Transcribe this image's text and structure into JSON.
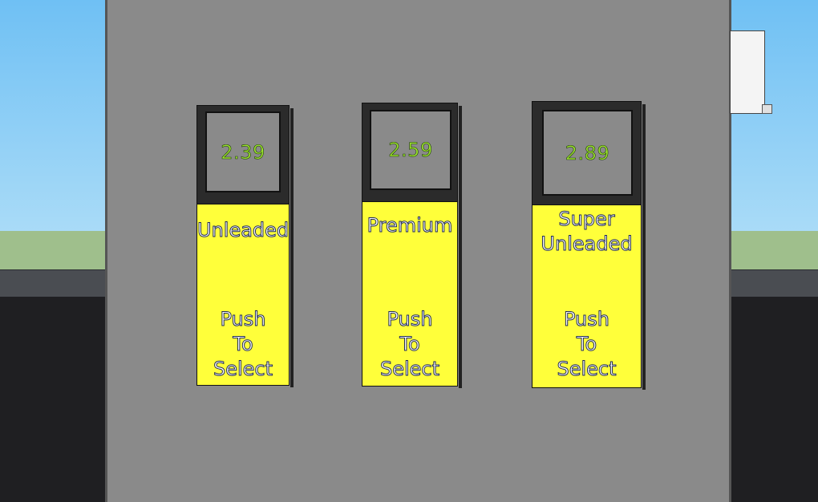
{
  "grades": [
    {
      "name_lines": [
        "Unleaded"
      ],
      "price": "2.39",
      "action_lines": [
        "Push",
        "To",
        "Select"
      ]
    },
    {
      "name_lines": [
        "Premium"
      ],
      "price": "2.59",
      "action_lines": [
        "Push",
        "To",
        "Select"
      ]
    },
    {
      "name_lines": [
        "Super",
        "Unleaded"
      ],
      "price": "2.89",
      "action_lines": [
        "Push",
        "To",
        "Select"
      ]
    }
  ],
  "colors": {
    "panel": "#ffff3a",
    "price_digits": "#9be030",
    "pump_body": "#8a8a8a",
    "frame": "#2b2b2b"
  }
}
